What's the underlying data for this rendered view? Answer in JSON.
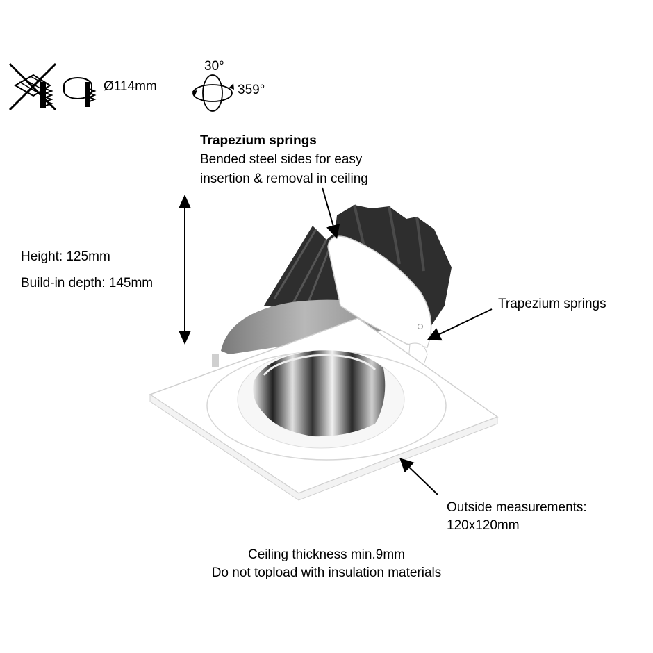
{
  "icons": {
    "insulation_icon": "no-insulation-covering-icon",
    "cutout_icon": "ceiling-cutout-icon",
    "rotation_icon": "tilt-rotate-icon",
    "cutout_label": "Ø114mm",
    "tilt_label": "30°",
    "rotate_label": "359°"
  },
  "callouts": {
    "top_springs_title": "Trapezium springs",
    "top_springs_line1": "Bended steel sides for easy",
    "top_springs_line2": "insertion & removal in ceiling",
    "height": "Height: 125mm",
    "depth": "Build-in depth: 145mm",
    "side_springs": "Trapezium springs",
    "outside_line1": "Outside measurements:",
    "outside_line2": "120x120mm",
    "ceiling_line1": "Ceiling thickness min.9mm",
    "ceiling_line2": "Do not topload with insulation materials"
  },
  "colors": {
    "heatsink": "#2e2e2e",
    "body": "#ffffff",
    "outline": "#d8d8d8",
    "reflector": "#a8a8a8"
  }
}
